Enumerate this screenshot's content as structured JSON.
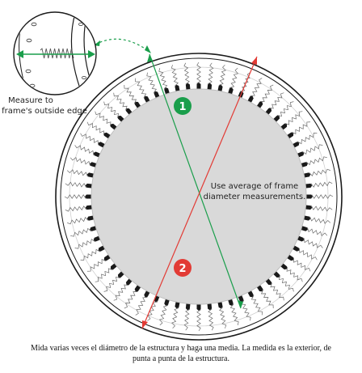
{
  "callout": {
    "line1": "Measure to",
    "line2": "frame's outside edge"
  },
  "center_note": {
    "line1": "Use average of frame",
    "line2": "diameter measurements."
  },
  "badges": [
    {
      "label": "1",
      "color": "#1a9e4b"
    },
    {
      "label": "2",
      "color": "#e23b35"
    }
  ],
  "measure_colors": {
    "green": "#1a9e4b",
    "red": "#e23b35"
  },
  "caption": "Mida varias veces el diámetro de la estructura y haga una media. La medida es la exterior, de punta a punta de la estructura.",
  "icons": [
    "frame-detail-icon",
    "spring-icon",
    "measure-arrow-icon"
  ]
}
